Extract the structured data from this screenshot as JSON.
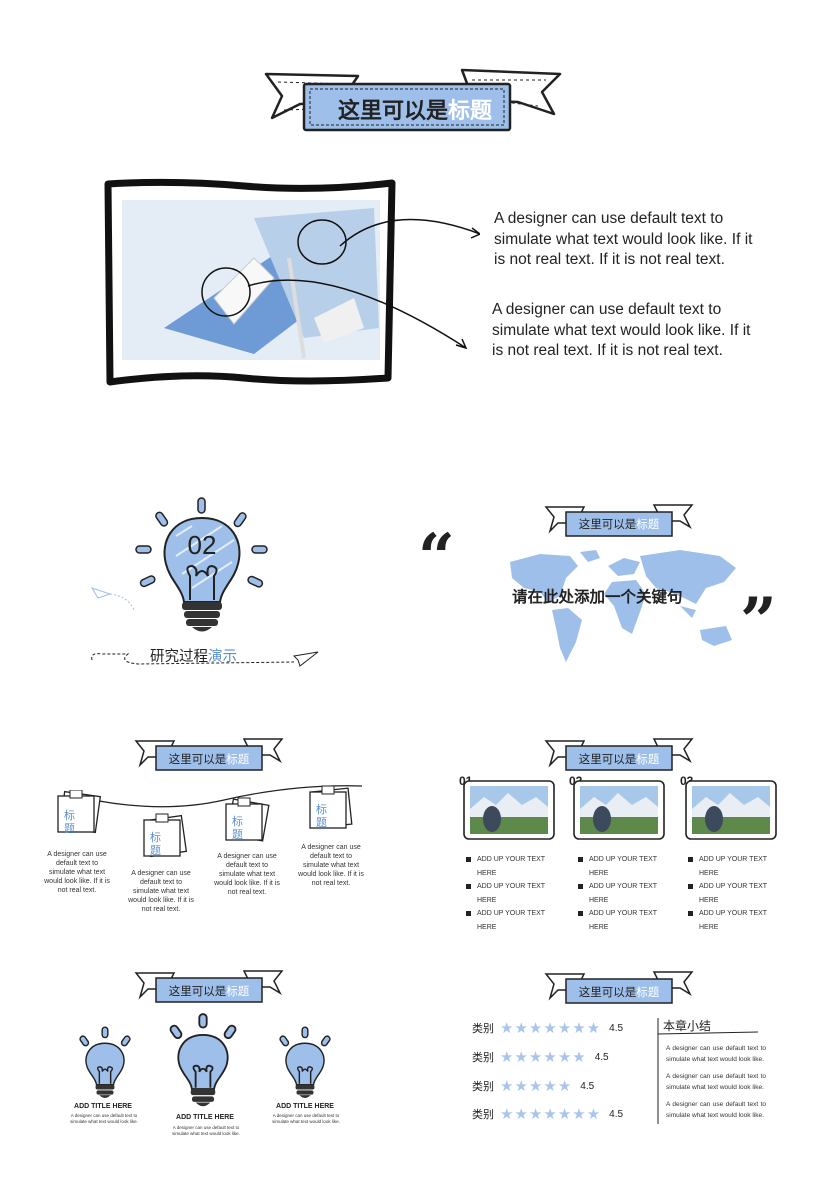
{
  "slide1": {
    "title_prefix": "这里可以是",
    "title_highlight": "标题",
    "paragraphs": [
      "A designer can use default text to simulate what text would look like. If it is not real text. If it is not real text.",
      "A designer can use default text to simulate what text would look like. If it is not real text. If it is not real text."
    ]
  },
  "slide2": {
    "number": "02",
    "caption_prefix": "研究过程",
    "caption_highlight": "演示"
  },
  "slide3": {
    "title_prefix": "这里可以是",
    "title_highlight": "标题",
    "quote_open": "“",
    "quote_close": "”",
    "keyword": "请在此处添加一个关键句"
  },
  "slide4": {
    "title_prefix": "这里可以是",
    "title_highlight": "标题",
    "cards": [
      {
        "label": "标题",
        "text": "A designer can use default text to simulate what text would look like. If it is not real text."
      },
      {
        "label": "标题",
        "text": "A designer can use default text to simulate what text would look like. If it is not real text."
      },
      {
        "label": "标题",
        "text": "A designer can use default text to simulate what text would look like. If it is not real text."
      },
      {
        "label": "标题",
        "text": "A designer can use default text to simulate what text would look like. If it is not real text."
      }
    ]
  },
  "slide5": {
    "title_prefix": "这里可以是",
    "title_highlight": "标题",
    "columns": [
      {
        "number": "01",
        "items": [
          "ADD UP YOUR TEXT",
          "HERE",
          "ADD UP YOUR TEXT",
          "HERE",
          "ADD UP YOUR TEXT",
          "HERE"
        ]
      },
      {
        "number": "02",
        "items": [
          "ADD UP YOUR TEXT",
          "HERE",
          "ADD UP YOUR TEXT",
          "HERE",
          "ADD UP YOUR TEXT",
          "HERE"
        ]
      },
      {
        "number": "03",
        "items": [
          "ADD UP YOUR TEXT",
          "HERE",
          "ADD UP YOUR TEXT",
          "HERE",
          "ADD UP YOUR TEXT",
          "HERE"
        ]
      }
    ]
  },
  "slide6": {
    "title_prefix": "这里可以是",
    "title_highlight": "标题",
    "bulbs": [
      {
        "title": "ADD TITLE HERE",
        "text": "A designer can use default text to simulate what text would look like."
      },
      {
        "title": "ADD TITLE HERE",
        "text": "A designer can use default text to simulate what text would look like."
      },
      {
        "title": "ADD TITLE HERE",
        "text": "A designer can use default text to simulate what text would look like."
      }
    ]
  },
  "slide7": {
    "title_prefix": "这里可以是",
    "title_highlight": "标题",
    "ratings": [
      {
        "label": "类别",
        "stars": 7,
        "value": "4.5"
      },
      {
        "label": "类别",
        "stars": 6,
        "value": "4.5"
      },
      {
        "label": "类别",
        "stars": 5,
        "value": "4.5"
      },
      {
        "label": "类别",
        "stars": 7,
        "value": "4.5"
      }
    ],
    "summary_title": "本章小结",
    "summary_paragraphs": [
      "A designer can use default text to simulate what text would look like.",
      "A designer can use default text to simulate what text would look like.",
      "A designer can use default text to simulate what text would look like."
    ]
  },
  "colors": {
    "accent": "#9dbfea",
    "accent_dark": "#5b8fd1",
    "ink": "#222222"
  }
}
